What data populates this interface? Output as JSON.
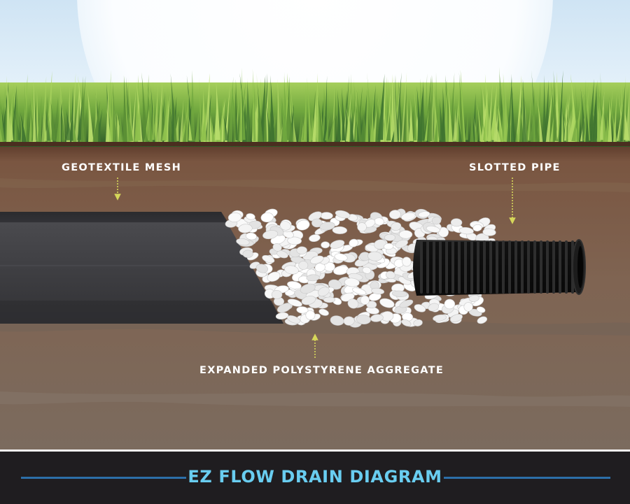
{
  "labels": {
    "geotextile": "GEOTEXTILE MESH",
    "slotted_pipe": "SLOTTED PIPE",
    "aggregate": "EXPANDED POLYSTYRENE AGGREGATE"
  },
  "footer": {
    "title": "EZ FLOW DRAIN DIAGRAM"
  },
  "colors": {
    "sky": "#d6e9f7",
    "grass_dark": "#2f5f2a",
    "grass_light": "#8fc14d",
    "soil_top": "#7a5640",
    "soil_bottom": "#7d6d5f",
    "mesh": "#3f3f42",
    "aggregate": "#f2f2f2",
    "pipe": "#151515",
    "pointer": "#d6d75a",
    "footer_bg": "#1f1d20",
    "footer_title": "#69cdf0",
    "footer_rule": "#2c6fa8"
  }
}
